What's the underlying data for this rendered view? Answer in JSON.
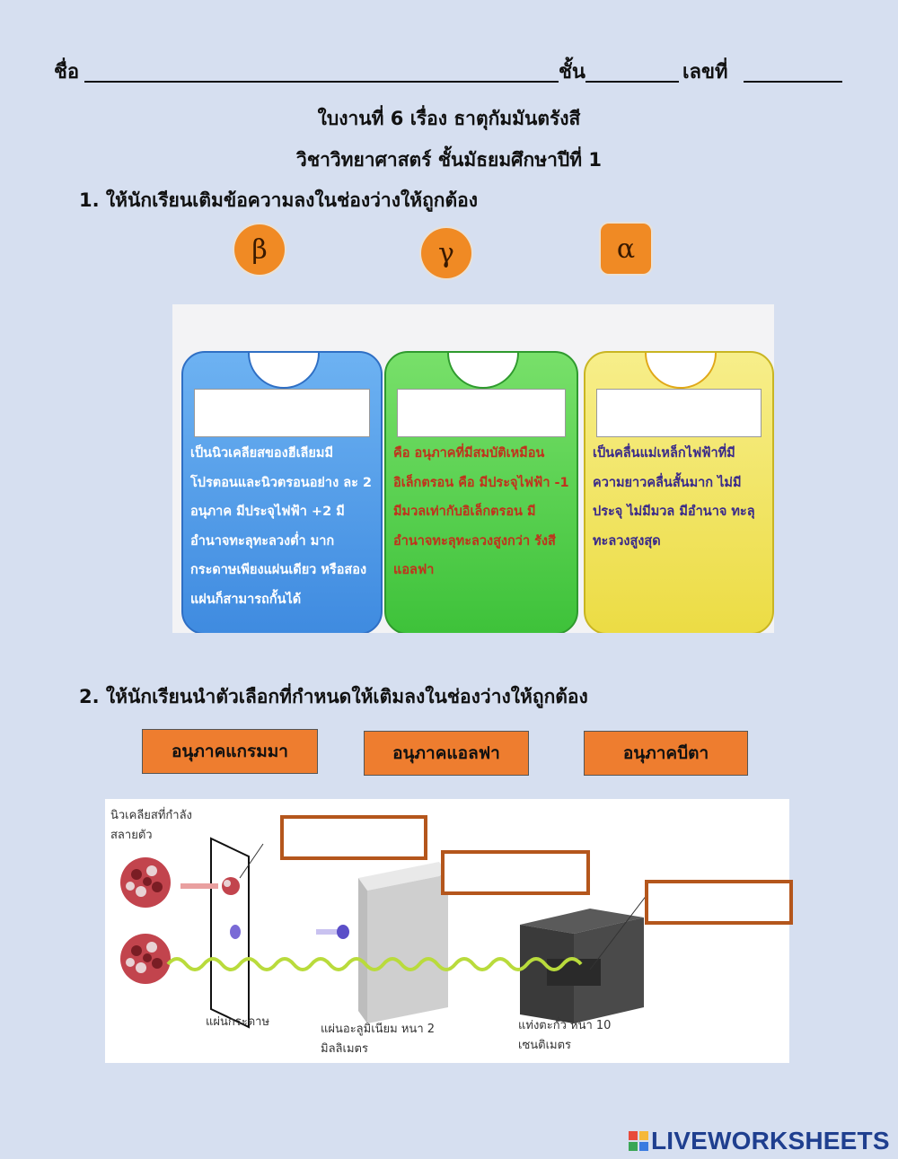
{
  "header": {
    "name_label": "ชื่อ",
    "class_label": "ชั้น",
    "number_label": "เลขที่"
  },
  "titles": {
    "line1": "ใบงานที่ 6 เรื่อง ธาตุกัมมันตรังสี",
    "line2": "วิชาวิทยาศาสตร์ ชั้นมัธยมศึกษาปีที่ 1"
  },
  "question1": {
    "text": "1. ให้นักเรียนเติมข้อความลงในช่องว่างให้ถูกต้อง",
    "symbols": [
      "β",
      "γ",
      "α"
    ],
    "cards": [
      {
        "text": "เป็นนิวเคลียสของฮีเลียมมี โปรตอนและนิวตรอนอย่าง ละ 2 อนุภาค มีประจุไฟฟ้า +2 มีอำนาจทะลุทะลวงต่ำ มาก กระดาษเพียงแผ่นเดียว หรือสองแผ่นก็สามารถกั้นได้",
        "color": "#4f9be8",
        "text_color": "#ffffff"
      },
      {
        "text": "คือ อนุภาคที่มีสมบัติเหมือน อิเล็กตรอน คือ มีประจุไฟฟ้า -1 มีมวลเท่ากับอิเล็กตรอน มีอำนาจทะลุทะลวงสูงกว่า รังสีแอลฟา",
        "color": "#4ed145",
        "text_color": "#c0321c"
      },
      {
        "text": "เป็นคลื่นแม่เหล็กไฟฟ้าที่มี ความยาวคลื่นสั้นมาก ไม่มี ประจุ ไม่มีมวล มีอำนาจ ทะลุทะลวงสูงสุด",
        "color": "#f3e65a",
        "text_color": "#3a2a8a"
      }
    ]
  },
  "question2": {
    "text": "2. ให้นักเรียนนำตัวเลือกที่กำหนดให้เติมลงในช่องว่างให้ถูกต้อง",
    "options": [
      "อนุภาคแกรมมา",
      "อนุภาคแอลฟา",
      "อนุภาคบีตา"
    ]
  },
  "diagram": {
    "source_label": "นิวเคลียสที่กำลังสลายตัว",
    "paper_label": "แผ่นกระดาษ",
    "aluminum_label": "แผ่นอะลูมิเนียม หนา 2 มิลลิเมตร",
    "lead_label": "แท่งตะกั่ว หนา 10 เซนติเมตร"
  },
  "branding": {
    "logo_text": "LIVEWORKSHEETS"
  }
}
